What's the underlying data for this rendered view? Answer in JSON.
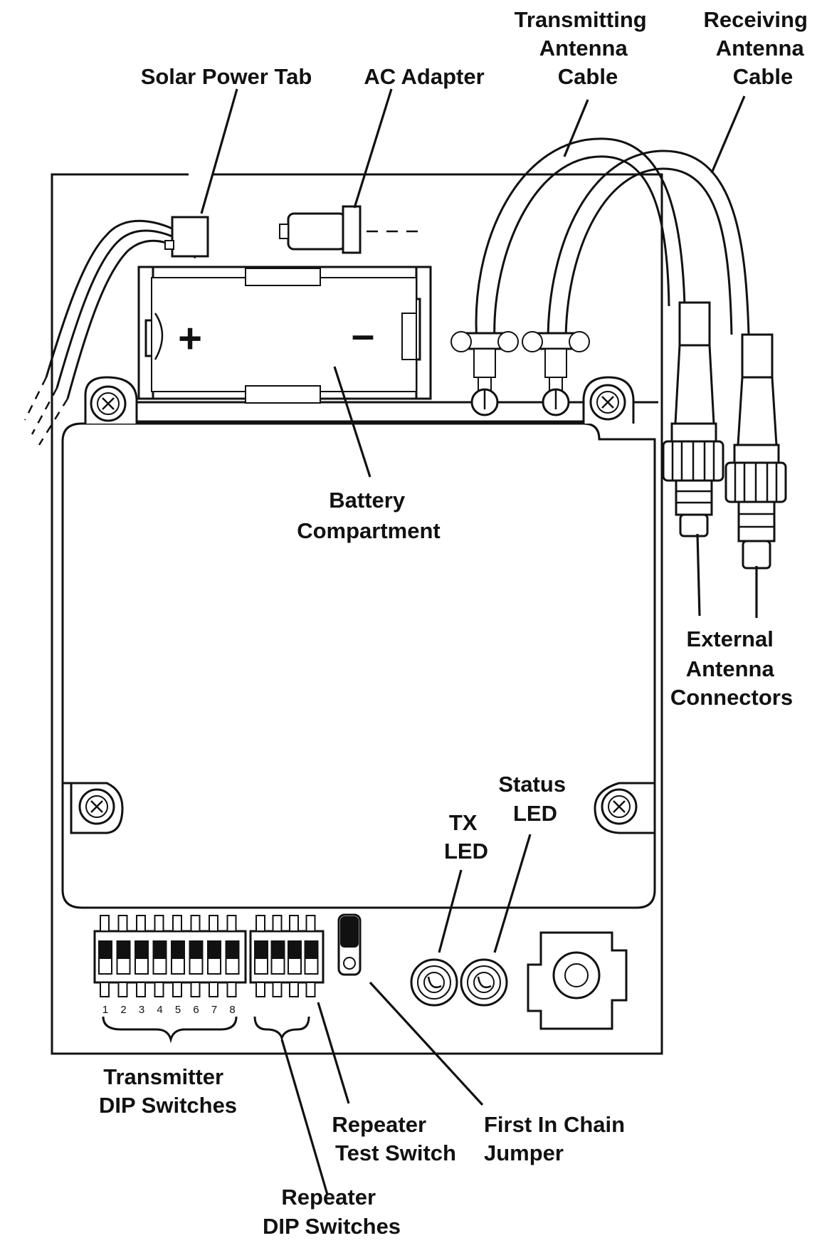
{
  "labels": {
    "solar_power_tab": "Solar Power Tab",
    "ac_adapter": "AC Adapter",
    "transmitting_antenna_cable": [
      "Transmitting",
      "Antenna",
      "Cable"
    ],
    "receiving_antenna_cable": [
      "Receiving",
      "Antenna",
      "Cable"
    ],
    "battery_compartment": [
      "Battery",
      "Compartment"
    ],
    "external_antenna_connectors": [
      "External",
      "Antenna",
      "Connectors"
    ],
    "status_led": [
      "Status",
      "LED"
    ],
    "tx_led": [
      "TX",
      "LED"
    ],
    "transmitter_dip_switches": [
      "Transmitter",
      "DIP Switches"
    ],
    "repeater_test_switch": [
      "Repeater",
      "Test Switch"
    ],
    "first_in_chain_jumper": [
      "First In Chain",
      "Jumper"
    ],
    "repeater_dip_switches": [
      "Repeater",
      "DIP Switches"
    ]
  },
  "battery": {
    "plus": "+",
    "minus": "–"
  },
  "dip_numbers": [
    "1",
    "2",
    "3",
    "4",
    "5",
    "6",
    "7",
    "8"
  ]
}
